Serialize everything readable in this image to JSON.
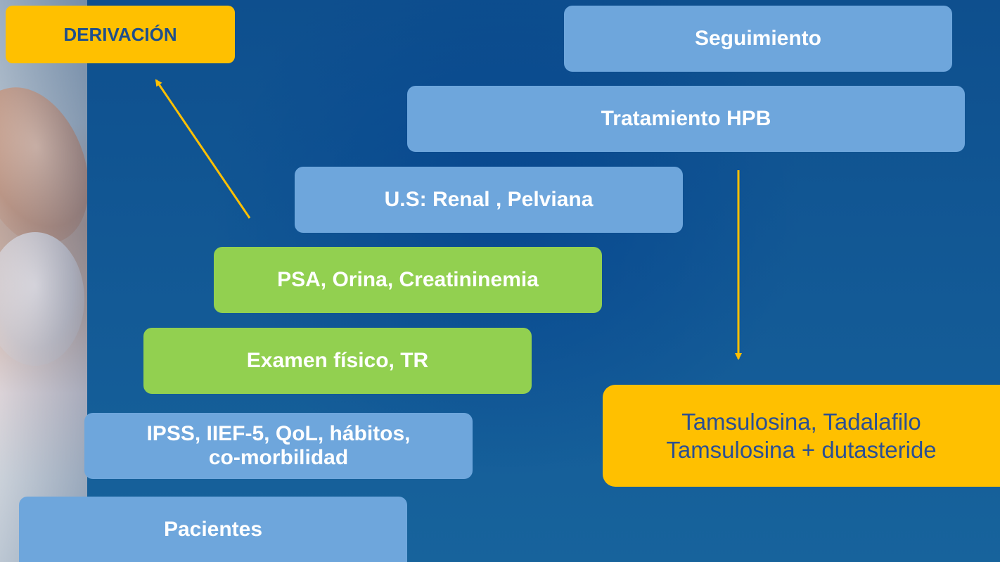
{
  "colors": {
    "background": "#135a96",
    "box_blue": "#6ea6dc",
    "box_green": "#92d050",
    "box_gold": "#ffc000",
    "arrow": "#ffc000"
  },
  "diagram": {
    "derivacion": "DERIVACIÓN",
    "steps": {
      "seguimiento": "Seguimiento",
      "tratamiento": "Tratamiento HPB",
      "us": "U.S: Renal , Pelviana",
      "psa": "PSA, Orina, Creatininemia",
      "examen": "Examen físico, TR",
      "ipss_line1": "IPSS, IIEF-5, QoL, hábitos,",
      "ipss_line2": "co-morbilidad",
      "pacientes": "Pacientes"
    },
    "treatment": {
      "line1": "Tamsulosina, Tadalafilo",
      "line2": "Tamsulosina + dutasteride"
    }
  }
}
